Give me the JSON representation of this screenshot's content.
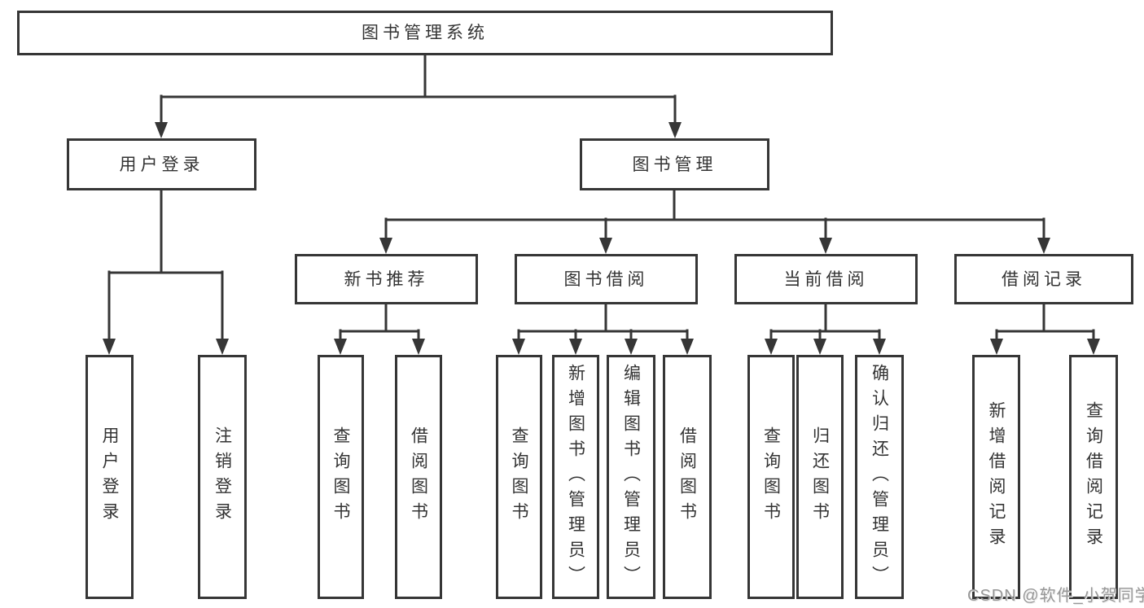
{
  "diagram": {
    "type": "tree",
    "root": {
      "label": "图书管理系统"
    },
    "branches": [
      {
        "label": "用户登录",
        "children": [
          {
            "label": "用户登录"
          },
          {
            "label": "注销登录"
          }
        ]
      },
      {
        "label": "图书管理",
        "children": [
          {
            "label": "新书推荐",
            "children": [
              {
                "label": "查询图书"
              },
              {
                "label": "借阅图书"
              }
            ]
          },
          {
            "label": "图书借阅",
            "children": [
              {
                "label": "查询图书"
              },
              {
                "label": "新增图书（管理员）"
              },
              {
                "label": "编辑图书（管理员）"
              },
              {
                "label": "借阅图书"
              }
            ]
          },
          {
            "label": "当前借阅",
            "children": [
              {
                "label": "查询图书"
              },
              {
                "label": "归还图书"
              },
              {
                "label": "确认归还（管理员）"
              }
            ]
          },
          {
            "label": "借阅记录",
            "children": [
              {
                "label": "新增借阅记录"
              },
              {
                "label": "查询借阅记录"
              }
            ]
          }
        ]
      }
    ]
  },
  "watermark": {
    "text": "CSDN @软件_小贺同学"
  },
  "colors": {
    "line": "#363636",
    "text": "#333333",
    "background": "#ffffff",
    "watermark": "#989898"
  }
}
